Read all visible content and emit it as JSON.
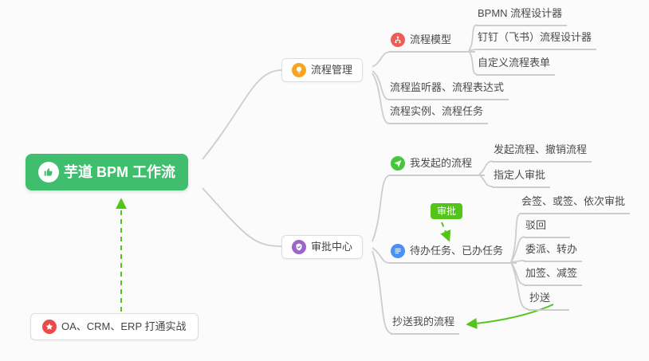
{
  "colors": {
    "root_bg": "#3fbe6e",
    "connector_gray": "#cdcdcd",
    "arrow_green": "#52c41a",
    "icon_orange": "#f5a623",
    "icon_red": "#ef5b56",
    "icon_purple": "#9b64c9",
    "icon_green": "#45c73a",
    "icon_blue": "#4a90f5",
    "icon_star_red": "#eb4a4a"
  },
  "mindmap": {
    "root": {
      "label": "芋道 BPM 工作流",
      "icon": "thumbs-up-icon"
    },
    "branches": [
      {
        "label": "流程管理",
        "icon": "lightbulb-icon",
        "children": [
          {
            "label": "流程模型",
            "icon": "flow-model-icon",
            "children": [
              "BPMN 流程设计器",
              "钉钉（飞书）流程设计器",
              "自定义流程表单"
            ]
          },
          {
            "label": "流程监听器、流程表达式"
          },
          {
            "label": "流程实例、流程任务"
          }
        ]
      },
      {
        "label": "审批中心",
        "icon": "approval-badge-icon",
        "children": [
          {
            "label": "我发起的流程",
            "icon": "send-icon",
            "children": [
              "发起流程、撤销流程",
              "指定人审批"
            ]
          },
          {
            "label": "待办任务、已办任务",
            "icon": "task-list-icon",
            "children": [
              "会签、或签、依次审批",
              "驳回",
              "委派、转办",
              "加签、减签",
              "抄送"
            ]
          },
          {
            "label": "抄送我的流程"
          }
        ]
      }
    ],
    "edge_label": "审批",
    "floating_node": {
      "label": "OA、CRM、ERP 打通实战",
      "icon": "star-icon"
    }
  }
}
